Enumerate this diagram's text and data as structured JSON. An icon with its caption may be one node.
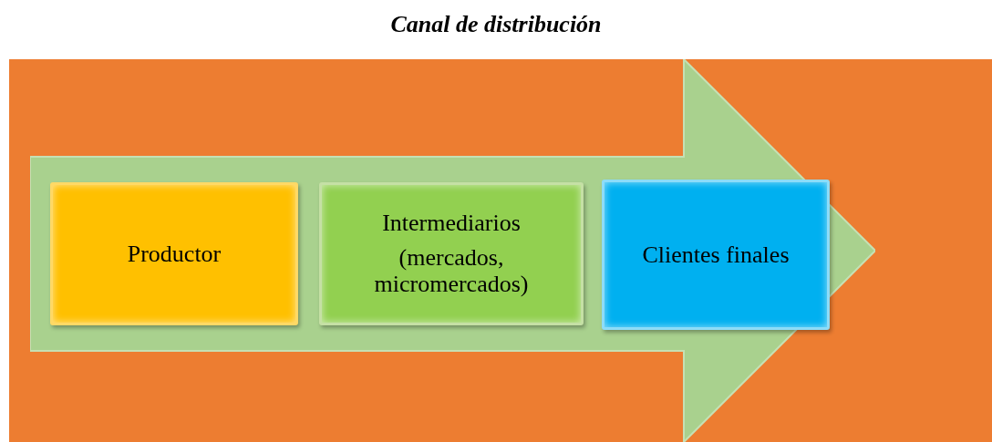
{
  "diagram": {
    "title": "Canal de distribución",
    "nodes": [
      {
        "text": [],
        "shape": "arrow"
      },
      {
        "text": [
          "Productor"
        ],
        "in": 0
      },
      {
        "text": [
          "Intermediarios",
          "(mercados, micromercados)"
        ],
        "in": 0
      },
      {
        "text": [
          "Clientes finales"
        ],
        "in": 0
      }
    ]
  }
}
